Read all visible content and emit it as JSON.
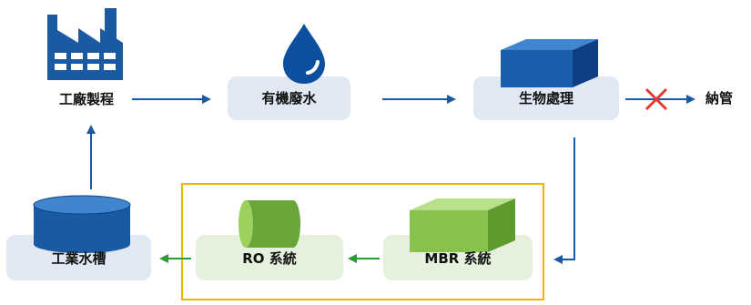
{
  "nodes": {
    "factory": {
      "label": "工廠製程"
    },
    "wastewater": {
      "label": "有機廢水"
    },
    "bio": {
      "label": "生物處理"
    },
    "sewer": {
      "label": "納管"
    },
    "tank": {
      "label": "工業水槽"
    },
    "ro": {
      "label": "RO 系統"
    },
    "mbr": {
      "label": "MBR 系統"
    }
  },
  "colors": {
    "blue": "#1a5aa3",
    "dark_blue": "#0b3f86",
    "green": "#2e9a36",
    "red": "#e53935",
    "pill_blue": "#dfe8f3",
    "pill_green": "#e6f1dd",
    "highlight": "#f0b400"
  },
  "icons": {
    "factory": "factory-icon",
    "wastewater": "water-drop-icon",
    "bio": "box-tank-icon",
    "sewer_block": "x-cross-icon",
    "tank": "cylinder-tank-icon",
    "ro": "ro-cylinder-icon",
    "mbr": "mbr-box-icon"
  }
}
